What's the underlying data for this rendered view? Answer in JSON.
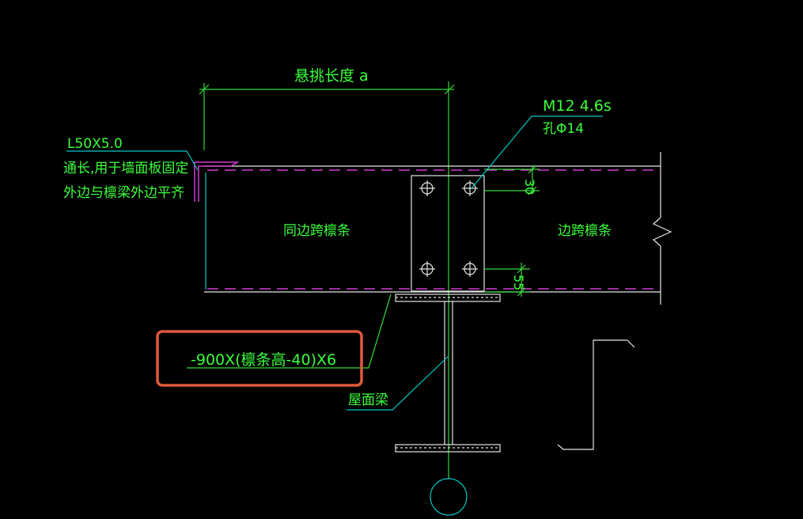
{
  "labels": {
    "cantilever_length": "悬挑长度 a",
    "bolt_spec": "M12 4.6s",
    "hole_spec": "孔Φ14",
    "angle_spec": "L50X5.0",
    "angle_note_1": "通长,用于墙面板固定",
    "angle_note_2": "外边与檩梁外边平齐",
    "inner_purlin": "同边跨檩条",
    "edge_purlin": "边跨檩条",
    "dim_top": "30",
    "dim_bottom": "55",
    "plate_spec": "-900X(檩条高-40)X6",
    "roof_beam": "屋面梁"
  },
  "colors": {
    "background": "#000000",
    "text": "#3cff3c",
    "line_green": "#35d935",
    "line_white": "#e6e6e6",
    "line_cyan": "#00c8c8",
    "line_magenta": "#d23cd2",
    "highlight": "#e05a3a"
  }
}
